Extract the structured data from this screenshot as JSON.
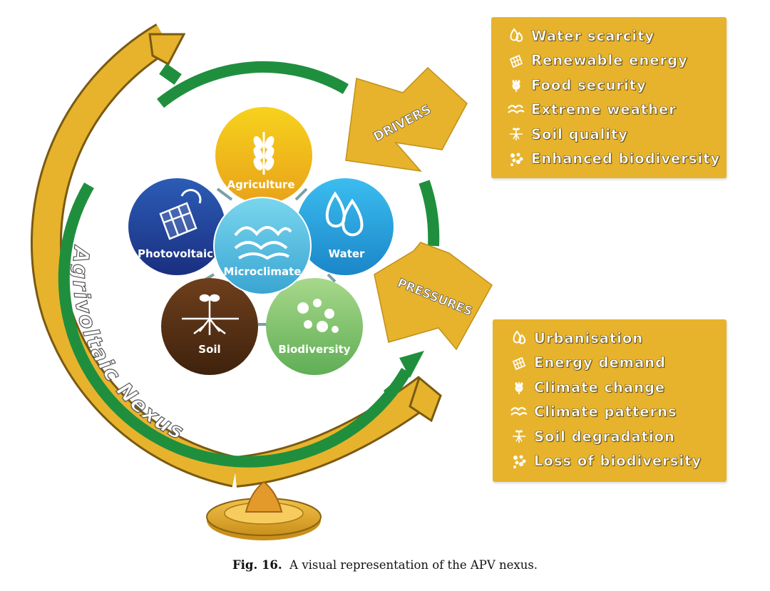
{
  "diagram": {
    "ring_title": "Agrivoltaic Nexus",
    "center_node": "Microclimate",
    "nodes": [
      "Agriculture",
      "Water",
      "Biodiversity",
      "Soil",
      "Photovoltaic"
    ],
    "arrows": {
      "drivers": "DRIVERS",
      "pressures": "PRESSURES"
    }
  },
  "drivers_list": [
    {
      "icon": "water-drops-icon",
      "label": "Water scarcity"
    },
    {
      "icon": "solar-panel-icon",
      "label": "Renewable energy"
    },
    {
      "icon": "wheat-icon",
      "label": "Food security"
    },
    {
      "icon": "wave-icon",
      "label": "Extreme weather"
    },
    {
      "icon": "plant-roots-icon",
      "label": "Soil quality"
    },
    {
      "icon": "biodiversity-icon",
      "label": "Enhanced biodiversity"
    }
  ],
  "pressures_list": [
    {
      "icon": "water-drops-icon",
      "label": "Urbanisation"
    },
    {
      "icon": "solar-panel-icon",
      "label": "Energy demand"
    },
    {
      "icon": "wheat-icon",
      "label": "Climate change"
    },
    {
      "icon": "wave-icon",
      "label": "Climate patterns"
    },
    {
      "icon": "plant-roots-icon",
      "label": "Soil degradation"
    },
    {
      "icon": "biodiversity-icon",
      "label": "Loss of biodiversity"
    }
  ],
  "caption": {
    "label": "Fig. 16.",
    "text": "A visual representation of the APV nexus."
  },
  "colors": {
    "gold": "#e7b32c",
    "green": "#1f8f3e",
    "agriculture": "#f0c419",
    "water": "#28a6df",
    "biodiversity": "#8ccb72",
    "soil": "#5a3215",
    "photovoltaic": "#22479c",
    "microclimate": "#5cc6e3"
  }
}
